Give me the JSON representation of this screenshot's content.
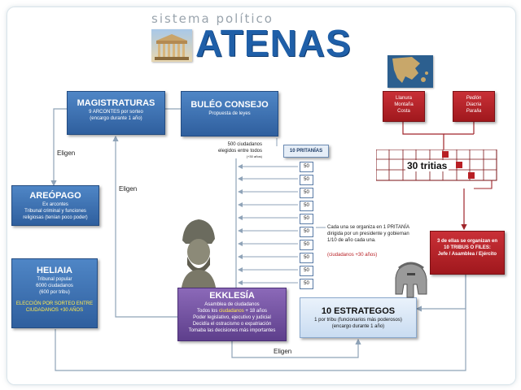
{
  "header": {
    "subtitle": "sistema político",
    "title": "ATENAS"
  },
  "magistraturas": {
    "title": "MAGISTRATURAS",
    "line1": "9 ARCONTES por sorteo",
    "line2": "(encargo durante 1 año)"
  },
  "buleo": {
    "title": "BULÉO CONSEJO",
    "line1": "Propuesta de leyes"
  },
  "bule_note": {
    "line1": "500 ciudadanos",
    "line2": "elegidos entre todos",
    "line3": "(+30 años)"
  },
  "pritanias": {
    "header": "10 PRITANÍAS",
    "values": [
      "50",
      "50",
      "50",
      "50",
      "50",
      "50",
      "50",
      "50",
      "50",
      "50"
    ]
  },
  "areopago": {
    "title": "AREÓPAGO",
    "line1": "Ex arcontes",
    "line2": "Tribunal criminal y funciones",
    "line3": "religiosas (tenían poco poder)"
  },
  "heliaia": {
    "title": "HELIAIA",
    "line1": "Tribunal popular",
    "line2": "6000 ciudadanos",
    "line3": "(600 por tribu)",
    "line4": "ELECCIÓN POR SORTEO ENTRE",
    "line5": "CIUDADANOS +30 AÑOS"
  },
  "ekklesia": {
    "title": "EKKLESÍA",
    "line1": "Asamblea de ciudadanos",
    "line2a": "Todos los ",
    "line2b": "ciudadanos",
    "line2c": " + 18 años",
    "line3": "Poder legislativo, ejecutivo y judicial",
    "line4": "Decidía el ostracismo o expatriación",
    "line5": "Tomaba las decisiones más importantes"
  },
  "estrategos": {
    "title": "10 ESTRATEGOS",
    "line1": "1 por tribu (funcionarios más poderosos)",
    "line2": "(encargo durante 1 año)"
  },
  "pritania_note": {
    "line1": "Cada una se organiza en 1 PRITANÍA",
    "line2": "dirigida por un presidente y gobiernan",
    "line3": "1/10 de año cada una.",
    "line4": "(ciudadanos +30 años)"
  },
  "regions": {
    "left": {
      "line1": "Llanura",
      "line2": "Montaña",
      "line3": "Costa"
    },
    "right": {
      "line1": "Pedión",
      "line2": "Diacria",
      "line3": "Paralia"
    }
  },
  "tritias_label": "30 tritias",
  "tribus": {
    "line1": "3 de ellas se organizan en",
    "line2": "10 TRIBUS O FILES:",
    "line3": "Jefe / Asamblea / Ejército"
  },
  "labels": {
    "eligen_left": "Eligen",
    "eligen_mid": "Eligen",
    "eligen_bottom": "Eligen"
  },
  "icons": {
    "temple": "parthenon-icon",
    "bust": "pericles-bust-icon",
    "helmet": "greek-helmet-icon",
    "map": "greece-map-icon"
  },
  "colors": {
    "title_blue": "#1f5fa8",
    "box_blue": "#3a6fb0",
    "red_box": "#b81f24",
    "purple_box": "#6e4b9c",
    "light_blue": "#d9e8f6"
  }
}
